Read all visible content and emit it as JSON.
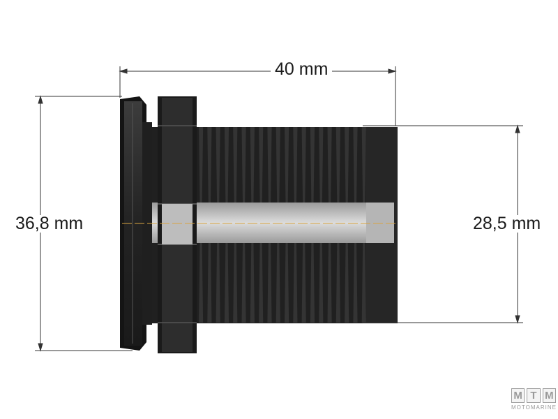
{
  "dimensions": {
    "overall_length": "40 mm",
    "flange_diameter": "36,8 mm",
    "thread_diameter": "28,5 mm"
  },
  "watermark": {
    "letters": [
      "M",
      "T",
      "M"
    ],
    "subtitle": "MOTOMARINE"
  },
  "colors": {
    "part_dark": "#2a2a2a",
    "part_black": "#161616",
    "bore_light": "#c9c9c9",
    "center_line": "#d9a441",
    "dimension_line": "#333333"
  }
}
